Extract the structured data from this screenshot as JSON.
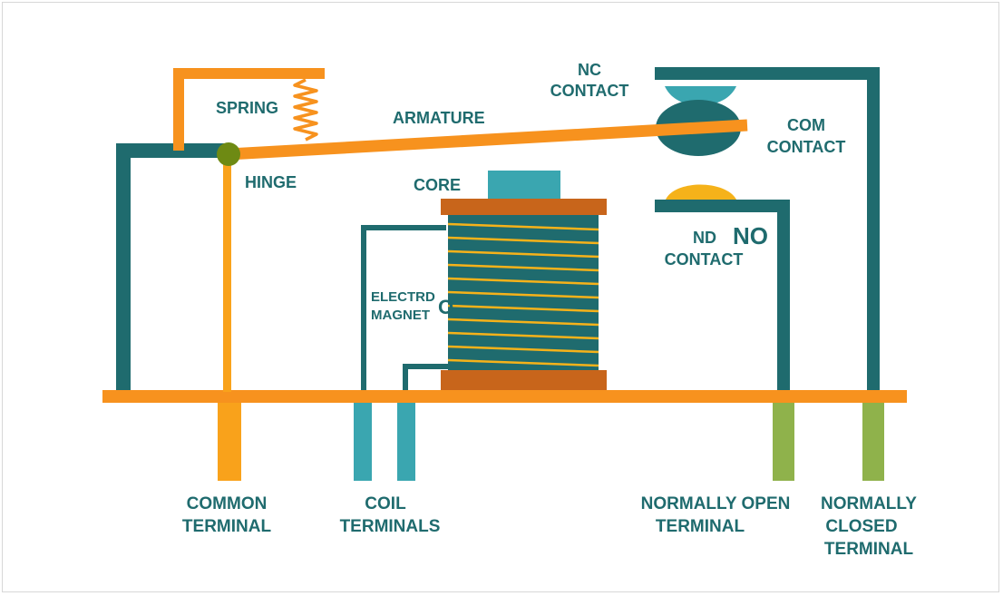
{
  "colors": {
    "teal": "#1f6b6e",
    "orange": "#f7921e",
    "amber": "#f9a21b",
    "core_cap": "#3aa6b0",
    "bobbin": "#c8651b",
    "hinge": "#6e8a13",
    "green_pin": "#8fb24b",
    "gold": "#f5b21a",
    "text": "#1f6b6e"
  },
  "labels": {
    "spring": "SPRING",
    "armature": "ARMATURE",
    "hinge": "HINGE",
    "core": "CORE",
    "nc_line1": "NC",
    "nc_line2": "CONTACT",
    "com_line1": "COM",
    "com_line2": "CONTACT",
    "no_line1a": "ND",
    "no_line1b": "NO",
    "no_line2": "CONTACT",
    "electro_line1": "ELECTRD",
    "electro_line2": "MAGNET",
    "electro_glyph": "O",
    "common_terminal_line1": "COMMON",
    "common_terminal_line2": "TERMINAL",
    "coil_terminals_line1": "COIL",
    "coil_terminals_line2": "TERMINALS",
    "no_terminal_line1": "NORMALLY OPEN",
    "no_terminal_line2": "TERMINAL",
    "nc_terminal_line1": "NORMALLY",
    "nc_terminal_line2": "CLOSED",
    "nc_terminal_line3": "TERMINAL"
  }
}
